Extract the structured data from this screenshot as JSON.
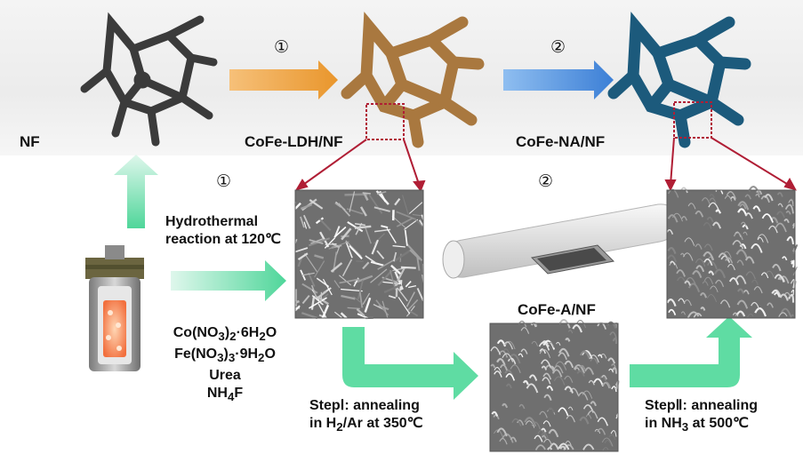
{
  "stages": {
    "nf": "NF",
    "ldh": "CoFe-LDH/NF",
    "na": "CoFe-NA/NF",
    "a": "CoFe-A/NF"
  },
  "steps": {
    "top_1": "①",
    "top_2": "②",
    "mid_1": "①",
    "mid_2": "②"
  },
  "hydrothermal": {
    "line1": "Hydrothermal",
    "line2": "reaction at 120℃"
  },
  "reagents": {
    "co": "Co(NO3)2·6H2O",
    "fe": "Fe(NO3)3·9H2O",
    "urea": "Urea",
    "nh4f": "NH4F"
  },
  "step1": {
    "line1": "StepⅠ: annealing",
    "line2": "in H2/Ar at 350℃"
  },
  "step2": {
    "line1": "StepⅡ: annealing",
    "line2": "in NH3 at 500℃"
  },
  "colors": {
    "nf_foam": "#3b3b3b",
    "ldh_foam": "#a9783f",
    "na_foam": "#1c5a7c",
    "arrow_orange": "#f0a84a",
    "arrow_blue": "#4a8fdc",
    "arrow_green": "#4fd69a",
    "zoom_red": "#b01e35"
  }
}
